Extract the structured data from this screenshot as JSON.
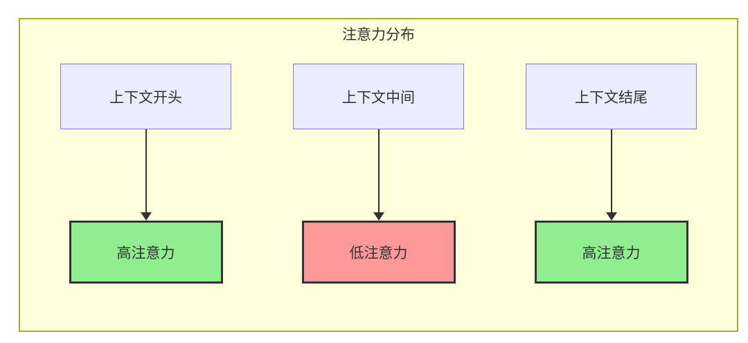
{
  "diagram": {
    "title": "注意力分布",
    "columns": [
      {
        "source": "上下文开头",
        "target": "高注意力",
        "attention": "high"
      },
      {
        "source": "上下文中间",
        "target": "低注意力",
        "attention": "low"
      },
      {
        "source": "上下文结尾",
        "target": "高注意力",
        "attention": "high"
      }
    ],
    "colors": {
      "canvas_bg": "#ffffff",
      "container_bg": "#ffffde",
      "container_border": "#aaaa33",
      "source_bg": "#ececff",
      "source_border": "#9370db",
      "high_bg": "#90ee90",
      "low_bg": "#ff9999",
      "target_border": "#333333",
      "arrow": "#333333",
      "text": "#333333"
    }
  }
}
